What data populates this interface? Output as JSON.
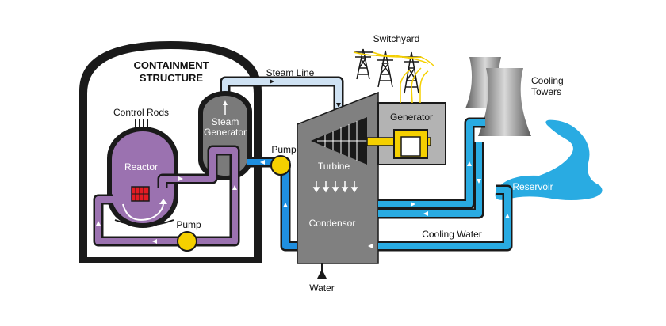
{
  "labels": {
    "containment_line1": "CONTAINMENT",
    "containment_line2": "STRUCTURE",
    "control_rods": "Control Rods",
    "reactor": "Reactor",
    "steam_generator_line1": "Steam",
    "steam_generator_line2": "Generator",
    "steam_line": "Steam Line",
    "switchyard": "Switchyard",
    "generator": "Generator",
    "turbine": "Turbine",
    "pump_secondary": "Pump",
    "pump_primary": "Pump",
    "condensor": "Condensor",
    "cooling_towers_line1": "Cooling",
    "cooling_towers_line2": "Towers",
    "reservoir": "Reservoir",
    "cooling_water": "Cooling Water",
    "water": "Water"
  },
  "colors": {
    "primary_loop": "#9b72b0",
    "steam_loop": "#cfe2f3",
    "feed_loop": "#1f8fe0",
    "cooling_loop": "#29abe2",
    "reservoir": "#29abe2",
    "reactor": "#9b72b0",
    "pump": "#f5d000",
    "building": "#808080",
    "outline": "#1a1a1a"
  }
}
